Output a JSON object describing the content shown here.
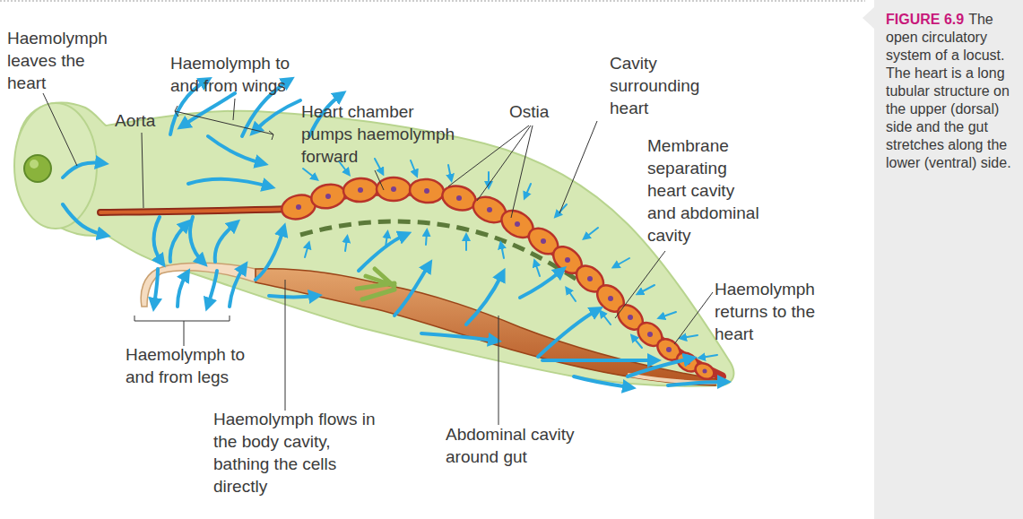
{
  "diagram": {
    "caption": "The open circulatory system of a locust. The heart is a long tubular structure on the upper (dorsal) side and the gut stretches along the lower (ventral) side.",
    "labels": [
      "Haemolymph leaves the heart",
      "Haemolymph to and from wings",
      "Aorta",
      "Heart chamber pumps haemolymph forward",
      "Ostia",
      "Cavity surrounding heart",
      "Membrane separating heart cavity and abdominal cavity",
      "Haemolymph returns to the heart",
      "Haemolymph to and from legs",
      "Haemolymph flows in the body cavity, bathing the cells directly",
      "Abdominal cavity around gut",
      "FIGURE 6.9"
    ]
  }
}
